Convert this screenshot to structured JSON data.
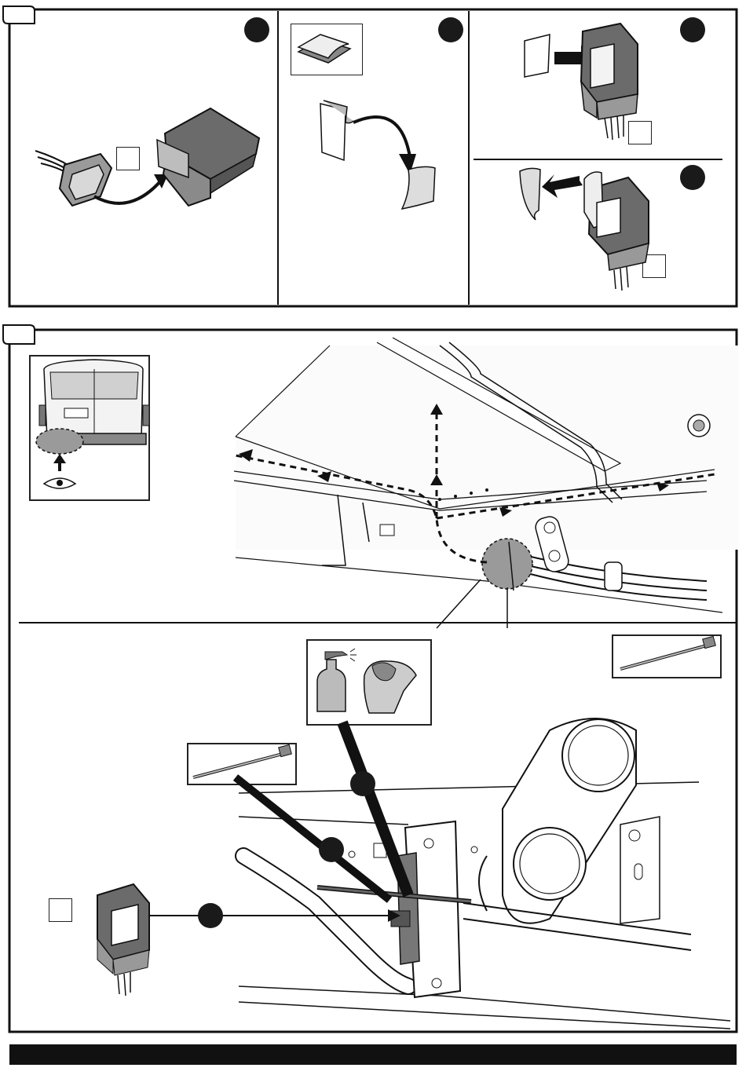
{
  "document": {
    "title": "",
    "sections": [
      {
        "id": "section-1",
        "steps": [
          "step-a",
          "step-b",
          "step-c",
          "step-d"
        ]
      },
      {
        "id": "section-2",
        "steps": [
          "step-1",
          "step-2",
          "step-3"
        ]
      }
    ],
    "footer": ""
  },
  "icons": {
    "connector": "connector-plug-icon",
    "adhesive_pad": "adhesive-pad-icon",
    "eye": "eye-view-icon",
    "cleaning": "spray-bottle-cloth-icon",
    "cable_tie": "cable-tie-icon"
  },
  "colors": {
    "ink": "#1a1a1a",
    "module_gray": "#6b6b6b",
    "highlight_gray": "#9a9a9a",
    "paper": "#ffffff"
  }
}
